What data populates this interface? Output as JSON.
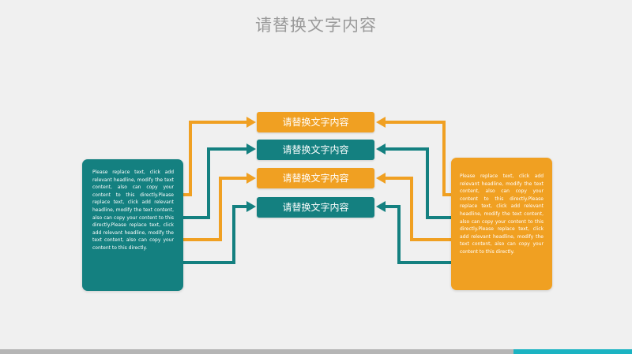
{
  "title": "请替换文字内容",
  "colors": {
    "orange": "#f0a022",
    "teal": "#148080",
    "title_grey": "#9a9a9a",
    "background": "#f0f0f0",
    "footer_grey": "#b5b5b5",
    "footer_teal": "#1bb3c2"
  },
  "boxes": [
    {
      "label": "请替换文字内容",
      "color": "orange"
    },
    {
      "label": "请替换文字内容",
      "color": "teal"
    },
    {
      "label": "请替换文字内容",
      "color": "orange"
    },
    {
      "label": "请替换文字内容",
      "color": "teal"
    }
  ],
  "left_panel": {
    "text": "Please replace text, click add relevant headline, modify the text content, also can copy your content to this directly.Please replace text, click add relevant headline, modify the text content, also can copy your content to this directly.Please replace text, click add relevant headline, modify the text content, also can copy your content to this directly.",
    "color": "teal"
  },
  "right_panel": {
    "text": "Please replace text, click add relevant headline, modify the text content, also can copy your content to this directly.Please replace text, click add relevant headline, modify the text content, also can copy your content to this directly.Please replace text, click add relevant headline, modify the text content, also can copy your content to this directly.",
    "color": "orange"
  }
}
